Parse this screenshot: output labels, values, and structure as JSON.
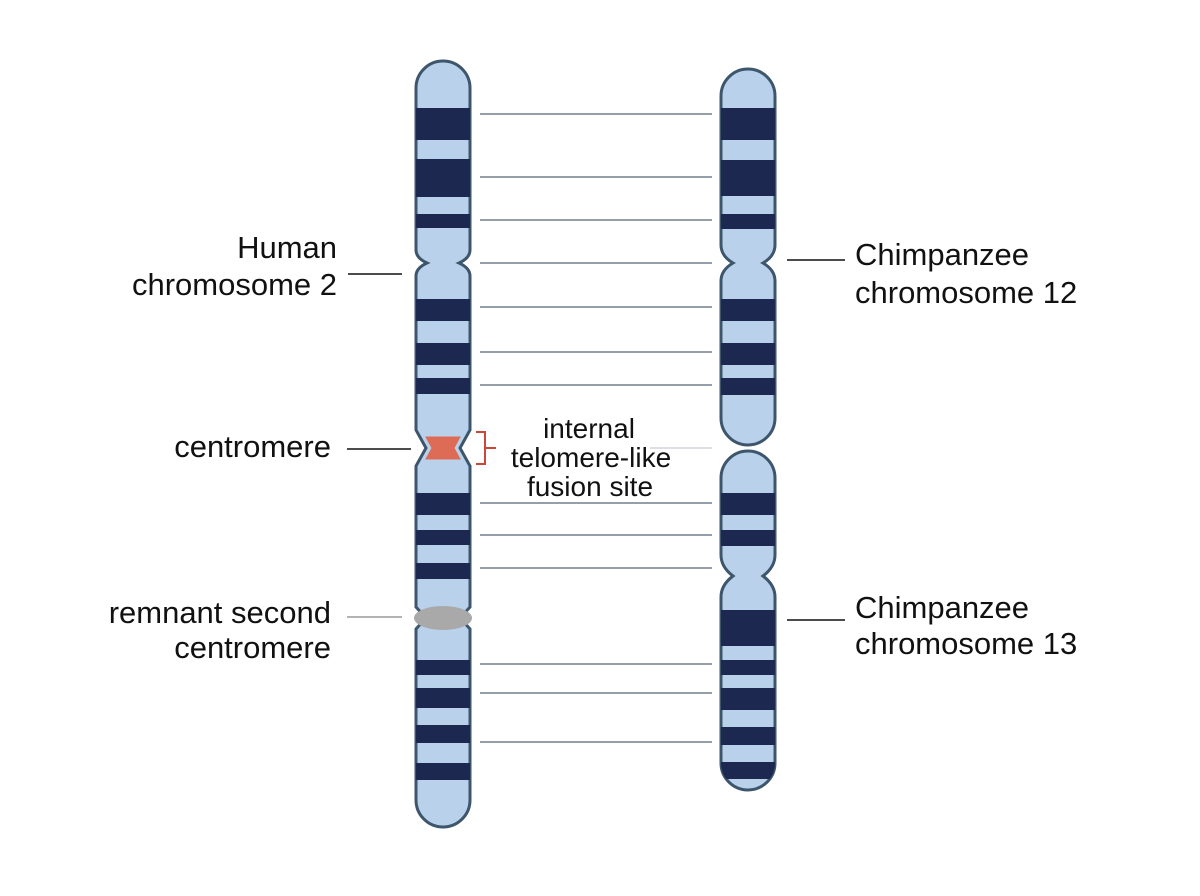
{
  "labels": {
    "human_line1": "Human",
    "human_line2": "chromosome 2",
    "centromere": "centromere",
    "remnant_line1": "remnant second",
    "remnant_line2": "centromere",
    "fusion_line1": "internal",
    "fusion_line2": "telomere-like",
    "fusion_line3": "fusion site",
    "chimp12_line1": "Chimpanzee",
    "chimp12_line2": "chromosome 12",
    "chimp13_line1": "Chimpanzee",
    "chimp13_line2": "chromosome 13"
  },
  "colors": {
    "chromosome_fill": "#b9d1ea",
    "chromosome_outline": "#3d566c",
    "band": "#1c2850",
    "centromere_active": "#de6b55",
    "centromere_remnant": "#a9a9a9",
    "fusion_bracket": "#c8463a"
  }
}
